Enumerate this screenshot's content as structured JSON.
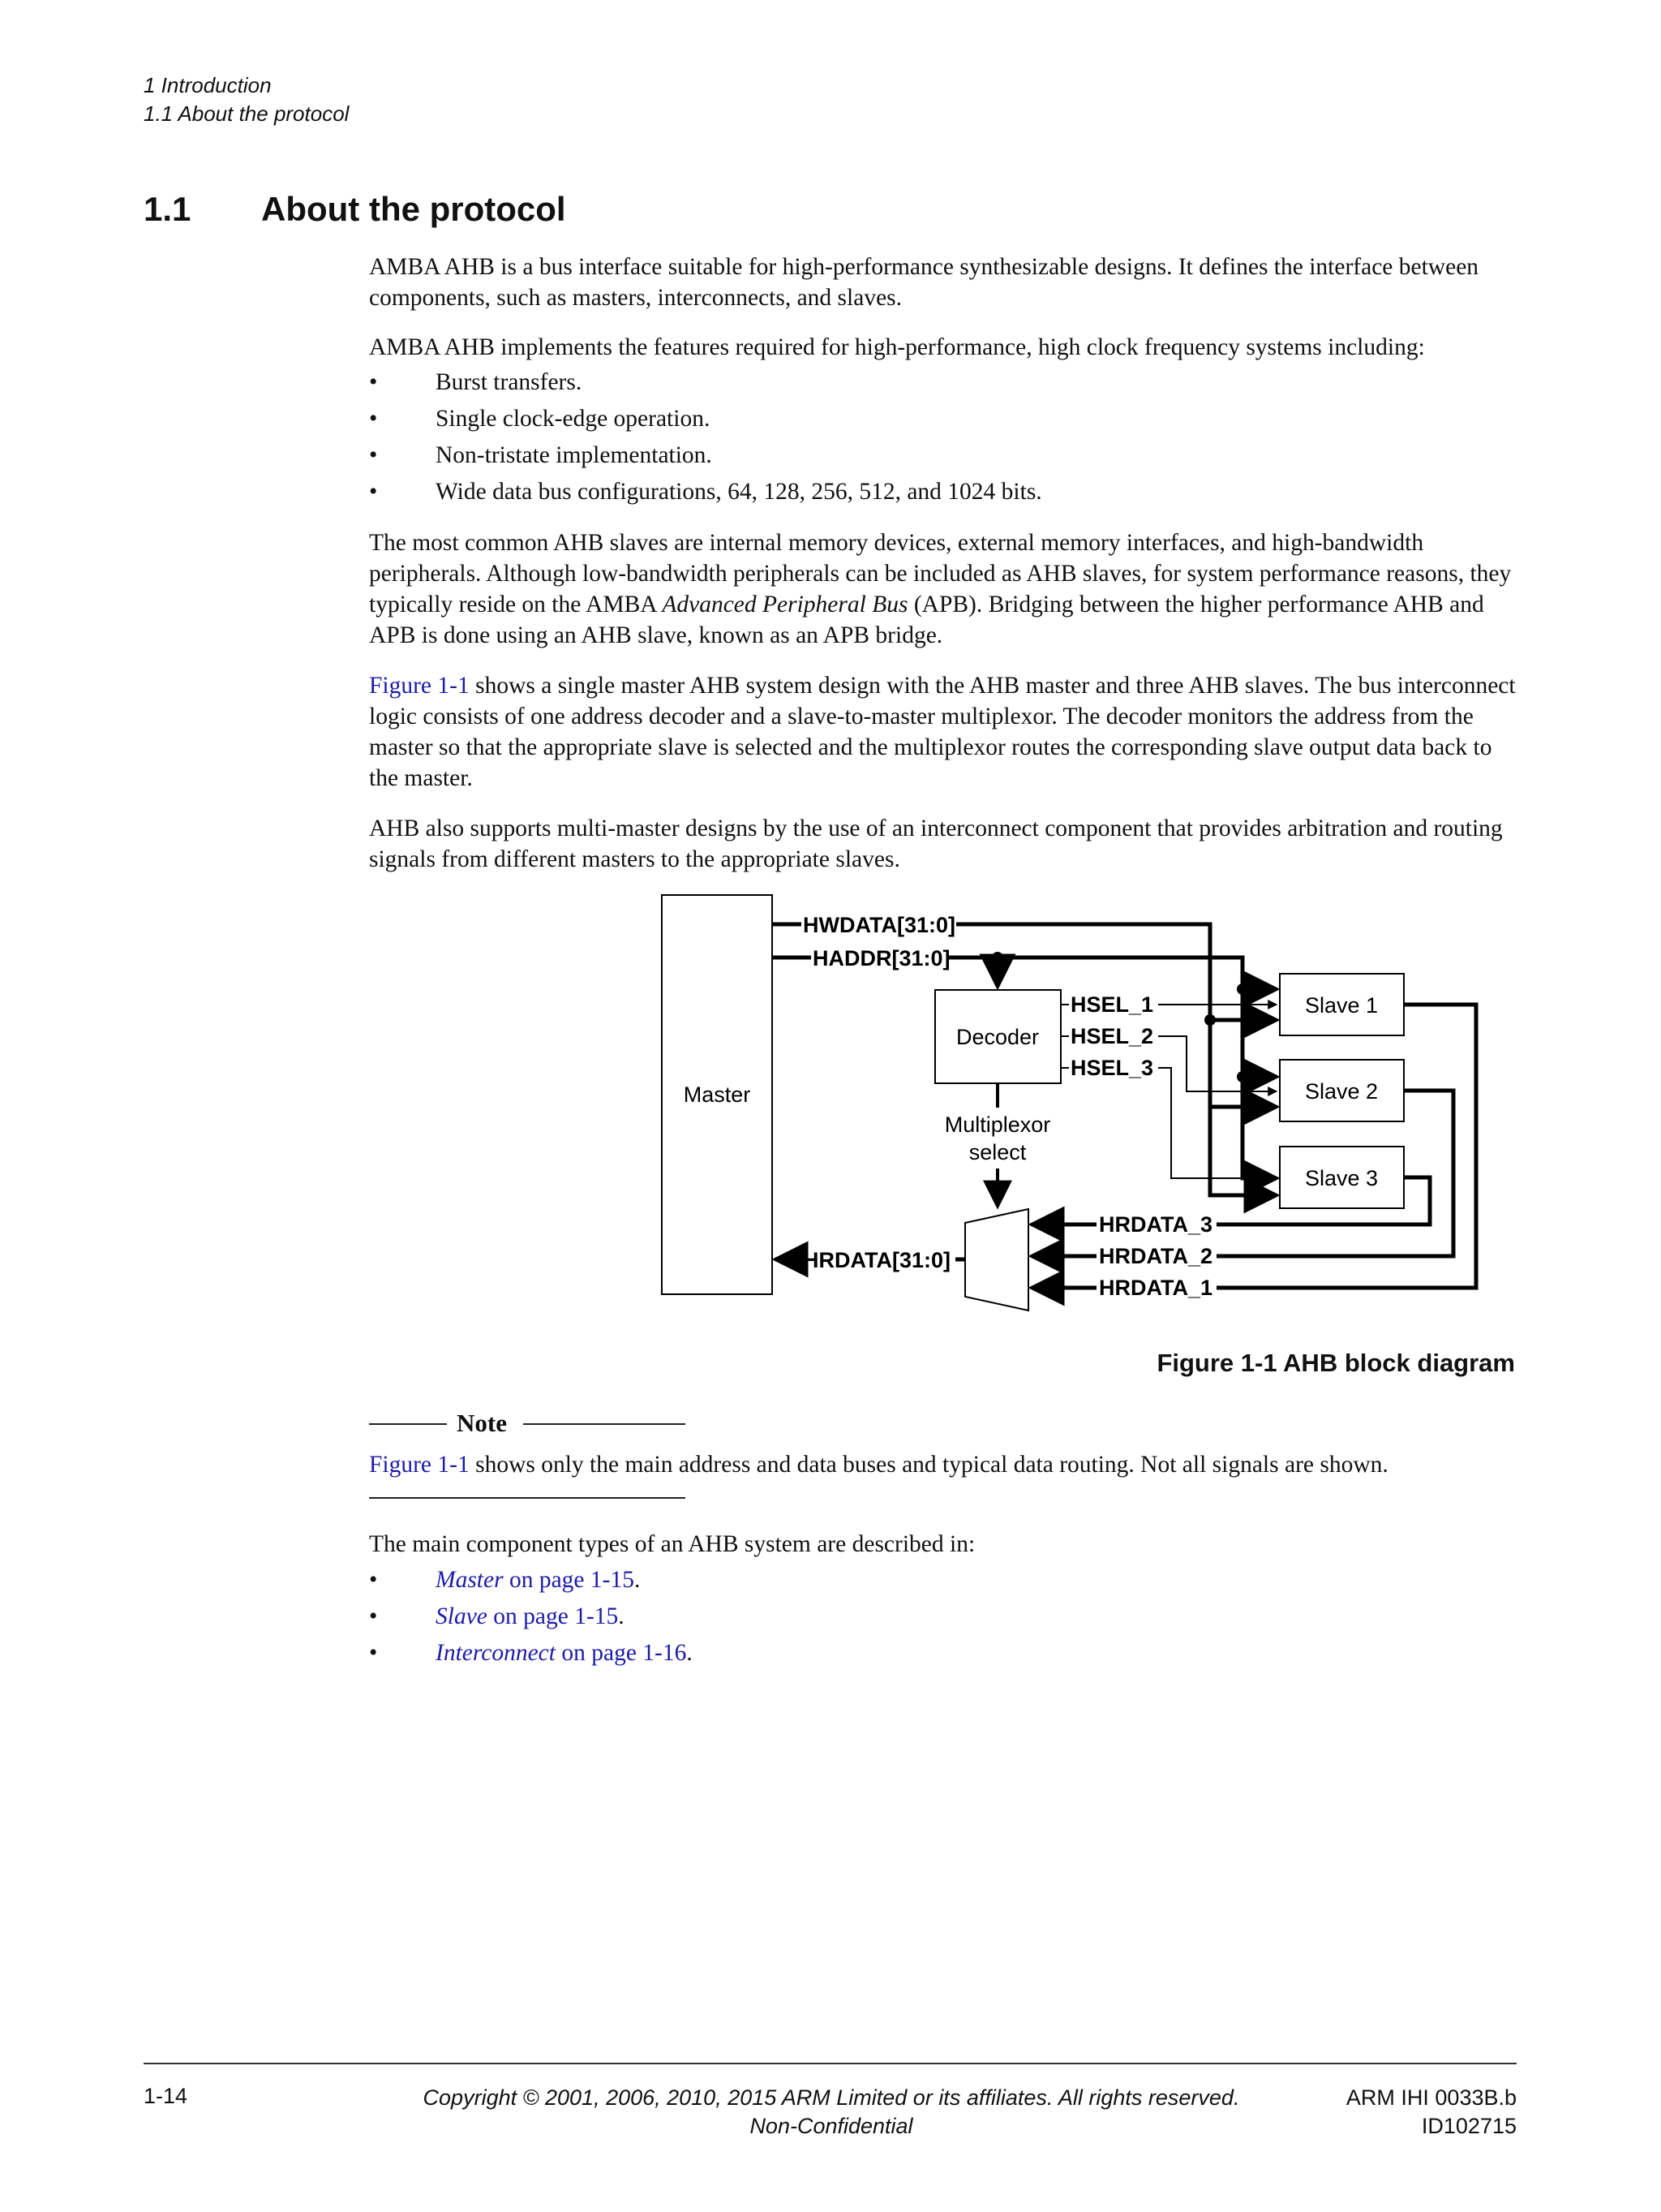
{
  "header": {
    "chapter": "1 Introduction",
    "section": "1.1 About the protocol"
  },
  "section": {
    "number": "1.1",
    "title": "About the protocol"
  },
  "paragraphs": {
    "p1": "AMBA AHB is a bus interface suitable for high-performance synthesizable designs. It defines the interface between components, such as masters, interconnects, and slaves.",
    "p2": "AMBA AHB implements the features required for high-performance, high clock frequency systems including:",
    "features": [
      "Burst transfers.",
      "Single clock-edge operation.",
      "Non-tristate implementation.",
      "Wide data bus configurations, 64, 128, 256, 512, and 1024 bits."
    ],
    "p3_a": "The most common AHB slaves are internal memory devices, external memory interfaces, and high-bandwidth peripherals. Although low-bandwidth peripherals can be included as AHB slaves, for system performance reasons, they typically reside on the AMBA ",
    "p3_italic": "Advanced Peripheral Bus",
    "p3_b": " (APB). Bridging between the higher performance AHB and APB is done using an AHB slave, known as an APB bridge.",
    "p4_link": "Figure 1-1",
    "p4_text": " shows a single master AHB system design with the AHB master and three AHB slaves. The bus interconnect logic consists of one address decoder and a slave-to-master multiplexor. The decoder monitors the address from the master so that the appropriate slave is selected and the multiplexor routes the corresponding slave output data back to the master.",
    "p5": "AHB also supports multi-master designs by the use of an interconnect component that provides arbitration and routing signals from different masters to the appropriate slaves."
  },
  "figure": {
    "caption": "Figure 1-1 AHB block diagram",
    "labels": {
      "master": "Master",
      "decoder": "Decoder",
      "mux_select_1": "Multiplexor",
      "mux_select_2": "select",
      "hwdata": "HWDATA[31:0]",
      "haddr": "HADDR[31:0]",
      "hrdata": "HRDATA[31:0]",
      "hsel_1": "HSEL_1",
      "hsel_2": "HSEL_2",
      "hsel_3": "HSEL_3",
      "slave_1": "Slave 1",
      "slave_2": "Slave 2",
      "slave_3": "Slave 3",
      "hrdata_3": "HRDATA_3",
      "hrdata_2": "HRDATA_2",
      "hrdata_1": "HRDATA_1"
    }
  },
  "note": {
    "label": "Note",
    "link": "Figure 1-1",
    "text": " shows only the main address and data buses and typical data routing. Not all signals are shown."
  },
  "components": {
    "intro": "The main component types of an AHB system are described in:",
    "items": [
      {
        "term": "Master",
        "ref": " on page 1-15",
        "end": "."
      },
      {
        "term": "Slave",
        "ref": " on page 1-15",
        "end": "."
      },
      {
        "term": "Interconnect",
        "ref": " on page 1-16",
        "end": "."
      }
    ]
  },
  "footer": {
    "page": "1-14",
    "copyright": "Copyright © 2001, 2006, 2010, 2015 ARM Limited or its affiliates. All rights reserved.",
    "confidentiality": "Non-Confidential",
    "doc_id": "ARM IHI 0033B.b",
    "doc_rev": "ID102715"
  }
}
